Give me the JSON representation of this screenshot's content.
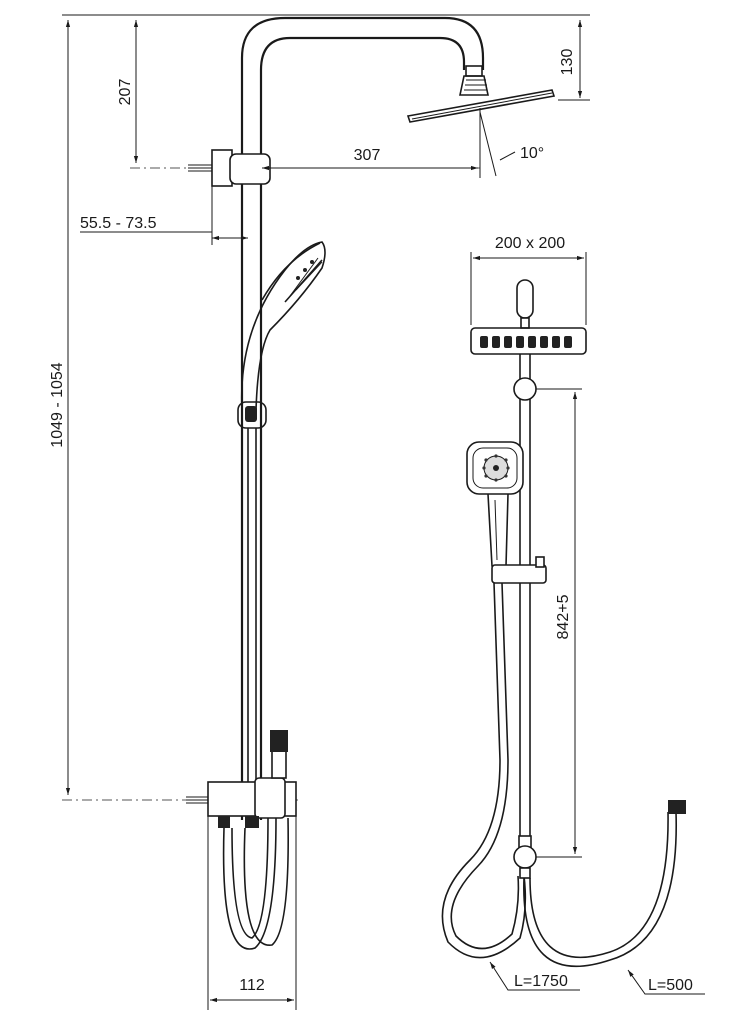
{
  "dimensions": {
    "total_height": "1049 - 1054",
    "head_offset": "207",
    "arm_reach": "307",
    "head_drop": "130",
    "tilt_angle": "10°",
    "wall_gap": "55.5 - 73.5",
    "head_size": "200 x 200",
    "rail_length": "842+5",
    "base_width": "112",
    "hose_long": "L=1750",
    "hose_short": "L=500"
  }
}
